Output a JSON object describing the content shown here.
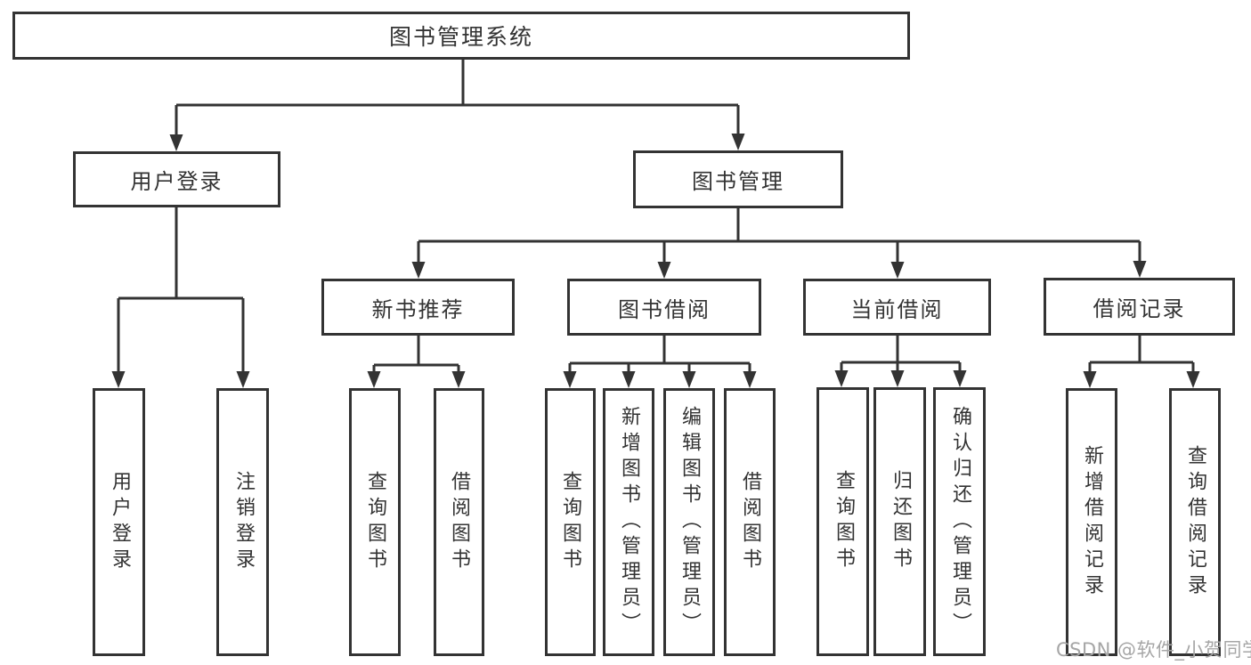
{
  "diagram": {
    "root": {
      "label": "图书管理系统"
    },
    "user_login": {
      "label": "用户登录",
      "children": [
        {
          "label": "用户登录"
        },
        {
          "label": "注销登录"
        }
      ]
    },
    "book_mgmt": {
      "label": "图书管理"
    },
    "new_book": {
      "label": "新书推荐",
      "children": [
        {
          "label": "查询图书"
        },
        {
          "label": "借阅图书"
        }
      ]
    },
    "book_borrow": {
      "label": "图书借阅",
      "children": [
        {
          "label": "查询图书"
        },
        {
          "label": "新增图书（管理员）"
        },
        {
          "label": "编辑图书（管理员）"
        },
        {
          "label": "借阅图书"
        }
      ]
    },
    "current_borrow": {
      "label": "当前借阅",
      "children": [
        {
          "label": "查询图书"
        },
        {
          "label": "归还图书"
        },
        {
          "label": "确认归还（管理员）"
        }
      ]
    },
    "borrow_record": {
      "label": "借阅记录",
      "children": [
        {
          "label": "新增借阅记录"
        },
        {
          "label": "查询借阅记录"
        }
      ]
    }
  },
  "watermark": "CSDN @软件_小贺同学",
  "colors": {
    "line": "#333333",
    "text": "#333333",
    "watermark_text": "#a6a6a6",
    "background": "#ffffff"
  }
}
